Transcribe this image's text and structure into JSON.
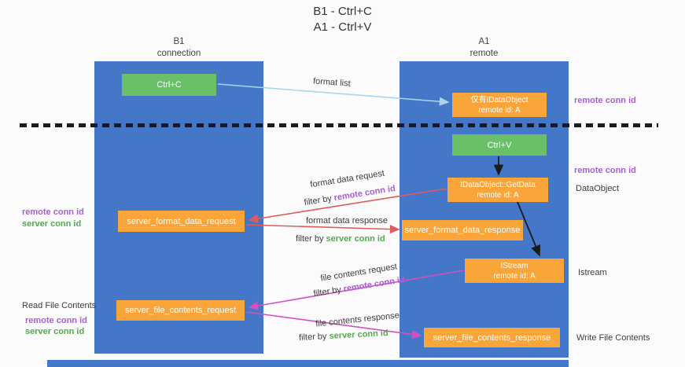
{
  "title": {
    "line1": "B1 - Ctrl+C",
    "line2": "A1 - Ctrl+V"
  },
  "lanes": {
    "left": {
      "name": "B1",
      "subtitle": "connection"
    },
    "right": {
      "name": "A1",
      "subtitle": "remote"
    }
  },
  "boxes": {
    "ctrl_c": {
      "label": "Ctrl+C"
    },
    "only_idataobject": {
      "line1": "仅有IDataObject",
      "line2": "remote id: A"
    },
    "ctrl_v": {
      "label": "Ctrl+V"
    },
    "getdata": {
      "line1": "IDataObject::GetData",
      "line2": "remote id: A"
    },
    "istream": {
      "line1": "IStream",
      "line2": "remote id: A"
    },
    "server_format_data_request": {
      "label": "server_format_data_request"
    },
    "server_format_data_response": {
      "label": "server_format_data_response"
    },
    "server_file_contents_request": {
      "label": "server_file_contents_request"
    },
    "server_file_contents_response": {
      "label": "server_file_contents_response"
    }
  },
  "arrow_labels": {
    "format_list": "format list",
    "format_data_request": "format data request",
    "format_data_response": "format data response",
    "file_contents_request": "file contents request",
    "file_contents_response": "file contents response",
    "filter_by": "filter by ",
    "remote_conn_id": "remote conn id",
    "server_conn_id": "server conn id"
  },
  "side_labels": {
    "remote_conn_id": "remote conn id",
    "server_conn_id": "server conn id",
    "data_object": "DataObject",
    "istream": "Istream",
    "read_file_contents": "Read File Contents",
    "write_file_contents": "Write File Contents"
  },
  "colors": {
    "lane_blue": "#4577C8",
    "box_green": "#6ABF69",
    "box_orange": "#F9A53A",
    "purple_text": "#A75FD1",
    "green_text": "#55A84F",
    "red_arrow": "#E05B5B",
    "magenta_arrow": "#CF52C0",
    "blue_arrow": "#A8D4F0",
    "black_arrow": "#1B1B1B"
  }
}
